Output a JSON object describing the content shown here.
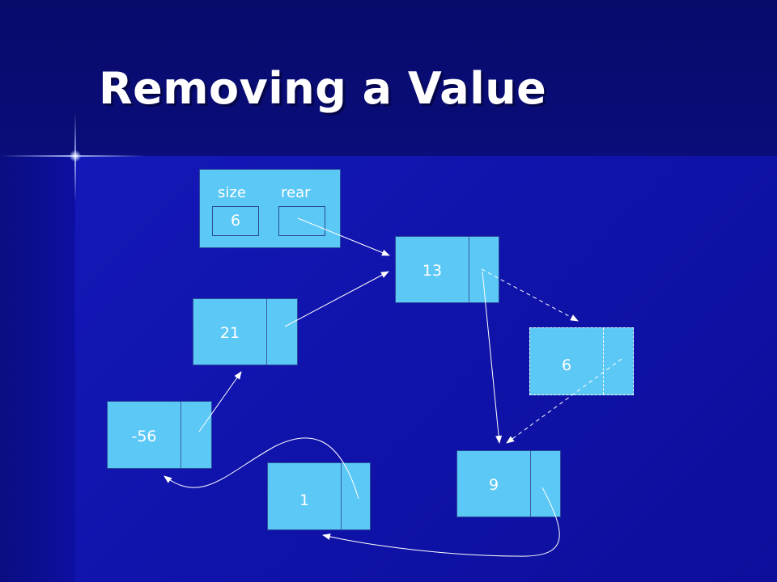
{
  "title": "Removing a Value",
  "header": {
    "size_label": "size",
    "rear_label": "rear",
    "size_value": "6"
  },
  "nodes": [
    {
      "id": "n13",
      "value": "13",
      "removed": false
    },
    {
      "id": "n6",
      "value": "6",
      "removed": true
    },
    {
      "id": "n9",
      "value": "9",
      "removed": false
    },
    {
      "id": "n1",
      "value": "1",
      "removed": false
    },
    {
      "id": "n-56",
      "value": "-56",
      "removed": false
    },
    {
      "id": "n21",
      "value": "21",
      "removed": false
    }
  ],
  "colors": {
    "background": "#0f12a8",
    "node_fill": "#5bc8f5",
    "arrow": "#ffffff"
  }
}
